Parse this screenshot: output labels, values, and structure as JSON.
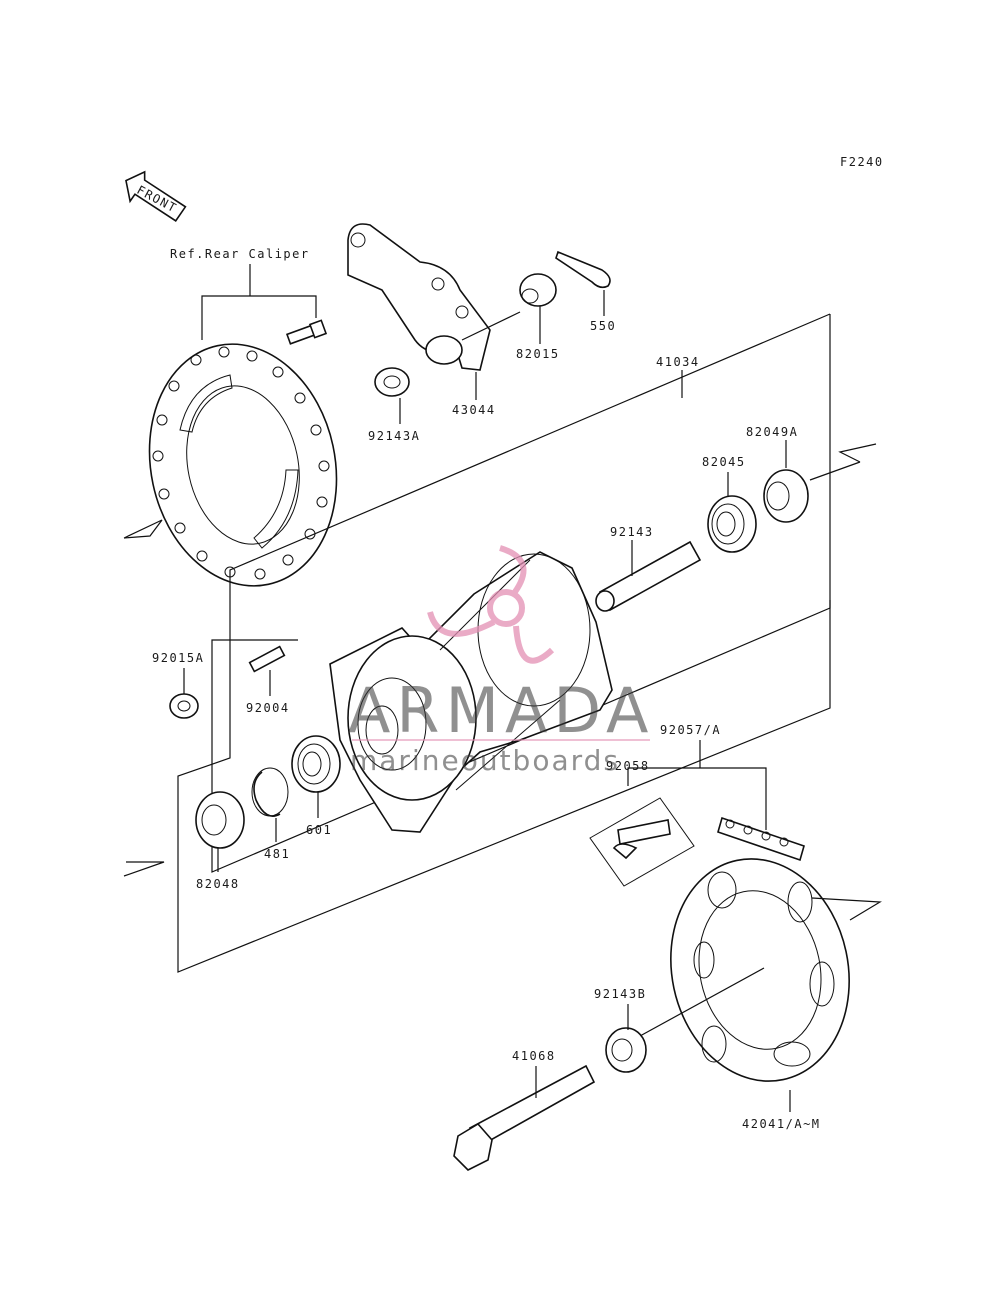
{
  "figure_code": "F2240",
  "front_label": "FRONT",
  "ref_label": "Ref.Rear Caliper",
  "parts": {
    "p550": "550",
    "p82015": "82015",
    "p43044": "43044",
    "p92143A": "92143A",
    "p41034": "41034",
    "p82049A": "82049A",
    "p82045": "82045",
    "p92143": "92143",
    "p92015A": "92015A",
    "p92004": "92004",
    "p92057A": "92057/A",
    "p92058": "92058",
    "p601": "601",
    "p481": "481",
    "p82048": "82048",
    "p92143B": "92143B",
    "p41068": "41068",
    "p42041": "42041/A~M"
  },
  "watermark": {
    "brand": "ARMADA",
    "tagline": "marineoutboards"
  },
  "colors": {
    "line": "#111111",
    "watermark_pink": "#e38fb4",
    "watermark_gray": "#3a3a3a"
  }
}
